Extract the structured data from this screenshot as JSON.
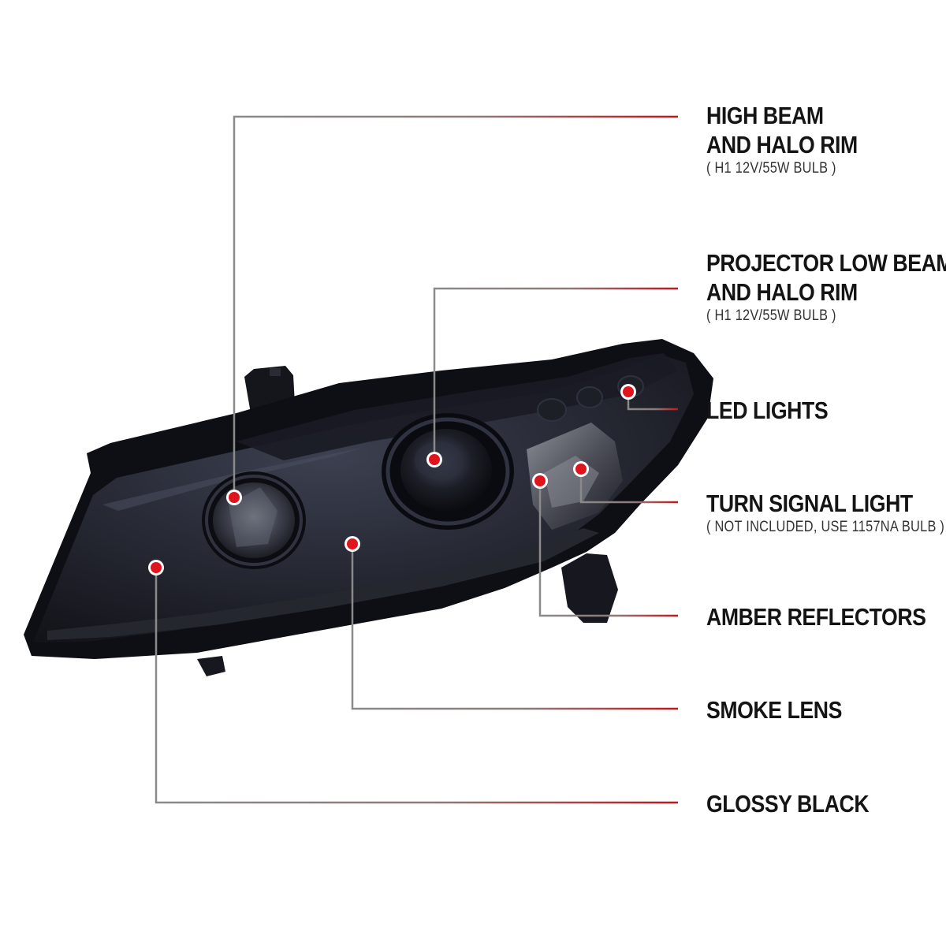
{
  "colors": {
    "leader_gray": "#8a8a8a",
    "leader_red": "#c4161c",
    "marker_red": "#e0141c",
    "marker_ring": "#ffffff",
    "housing_black": "#111217",
    "lens_smoke": "#2a2d38",
    "text": "#141414"
  },
  "callouts": [
    {
      "id": "high-beam",
      "lines": [
        "HIGH BEAM",
        "AND HALO RIM"
      ],
      "sub": "( H1  12V/55W  BULB )"
    },
    {
      "id": "projector",
      "lines": [
        "PROJECTOR LOW BEAM",
        "AND HALO RIM"
      ],
      "sub": "( H1  12V/55W  BULB )"
    },
    {
      "id": "led",
      "lines": [
        "LED LIGHTS"
      ],
      "sub": ""
    },
    {
      "id": "turn",
      "lines": [
        "TURN SIGNAL LIGHT"
      ],
      "sub": "( NOT INCLUDED, USE  1157NA  BULB )"
    },
    {
      "id": "amber",
      "lines": [
        "AMBER REFLECTORS"
      ],
      "sub": ""
    },
    {
      "id": "smoke",
      "lines": [
        "SMOKE LENS"
      ],
      "sub": ""
    },
    {
      "id": "glossy",
      "lines": [
        "GLOSSY BLACK"
      ],
      "sub": ""
    }
  ],
  "product": {
    "image_subject": "headlight-assembly"
  }
}
